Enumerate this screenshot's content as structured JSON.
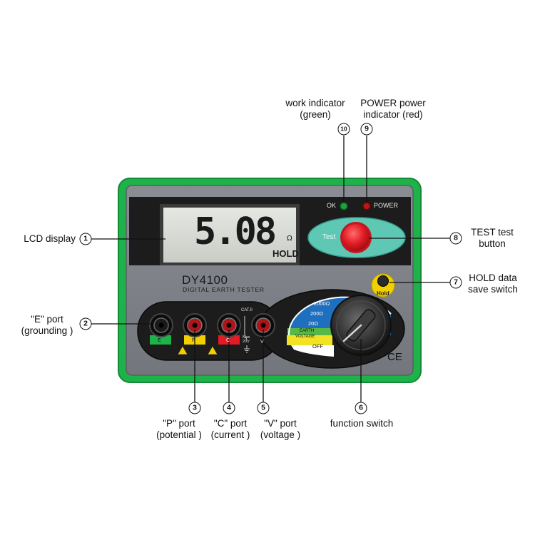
{
  "device": {
    "model": "DY4100",
    "subtitle": "DIGITAL EARTH TESTER",
    "lcd_reading": "5.08",
    "lcd_unit": "Ω",
    "lcd_hold": "HOLD",
    "ok_label": "OK",
    "power_label": "POWER",
    "test_label": "Test",
    "hold_button_label": "Hold",
    "cat_label": "CAT.II",
    "max_label": "Max 20V",
    "port_letters": [
      "E",
      "P",
      "C",
      "V"
    ],
    "switch_positions": [
      "2000Ω",
      "200Ω",
      "20Ω",
      "EARTH",
      "VOLTAGE",
      "OFF"
    ],
    "ce_mark": "CE",
    "colors": {
      "frame_green": "#1eb24a",
      "body_gray": "#7f8288",
      "band_black": "#1c1c1c",
      "test_red": "#e21b24",
      "hold_yellow": "#f0d000",
      "switch_blue": "#1f6fbf",
      "switch_green": "#58b847",
      "switch_yellow": "#f2e224"
    }
  },
  "callouts": [
    {
      "number": "1",
      "lines": [
        "LCD display"
      ]
    },
    {
      "number": "2",
      "lines": [
        "\"E\" port",
        "(grounding )"
      ]
    },
    {
      "number": "3",
      "lines": [
        "\"P\" port",
        "(potential )"
      ]
    },
    {
      "number": "4",
      "lines": [
        "\"C\" port",
        "(current )"
      ]
    },
    {
      "number": "5",
      "lines": [
        "\"V\" port",
        "(voltage )"
      ]
    },
    {
      "number": "6",
      "lines": [
        "function switch"
      ]
    },
    {
      "number": "7",
      "lines": [
        "HOLD data",
        "save switch"
      ]
    },
    {
      "number": "8",
      "lines": [
        "TEST test",
        "button"
      ]
    },
    {
      "number": "9",
      "lines": [
        "POWER power",
        "indicator (red)"
      ]
    },
    {
      "number": "10",
      "lines": [
        "work indicator",
        "(green)"
      ]
    }
  ]
}
